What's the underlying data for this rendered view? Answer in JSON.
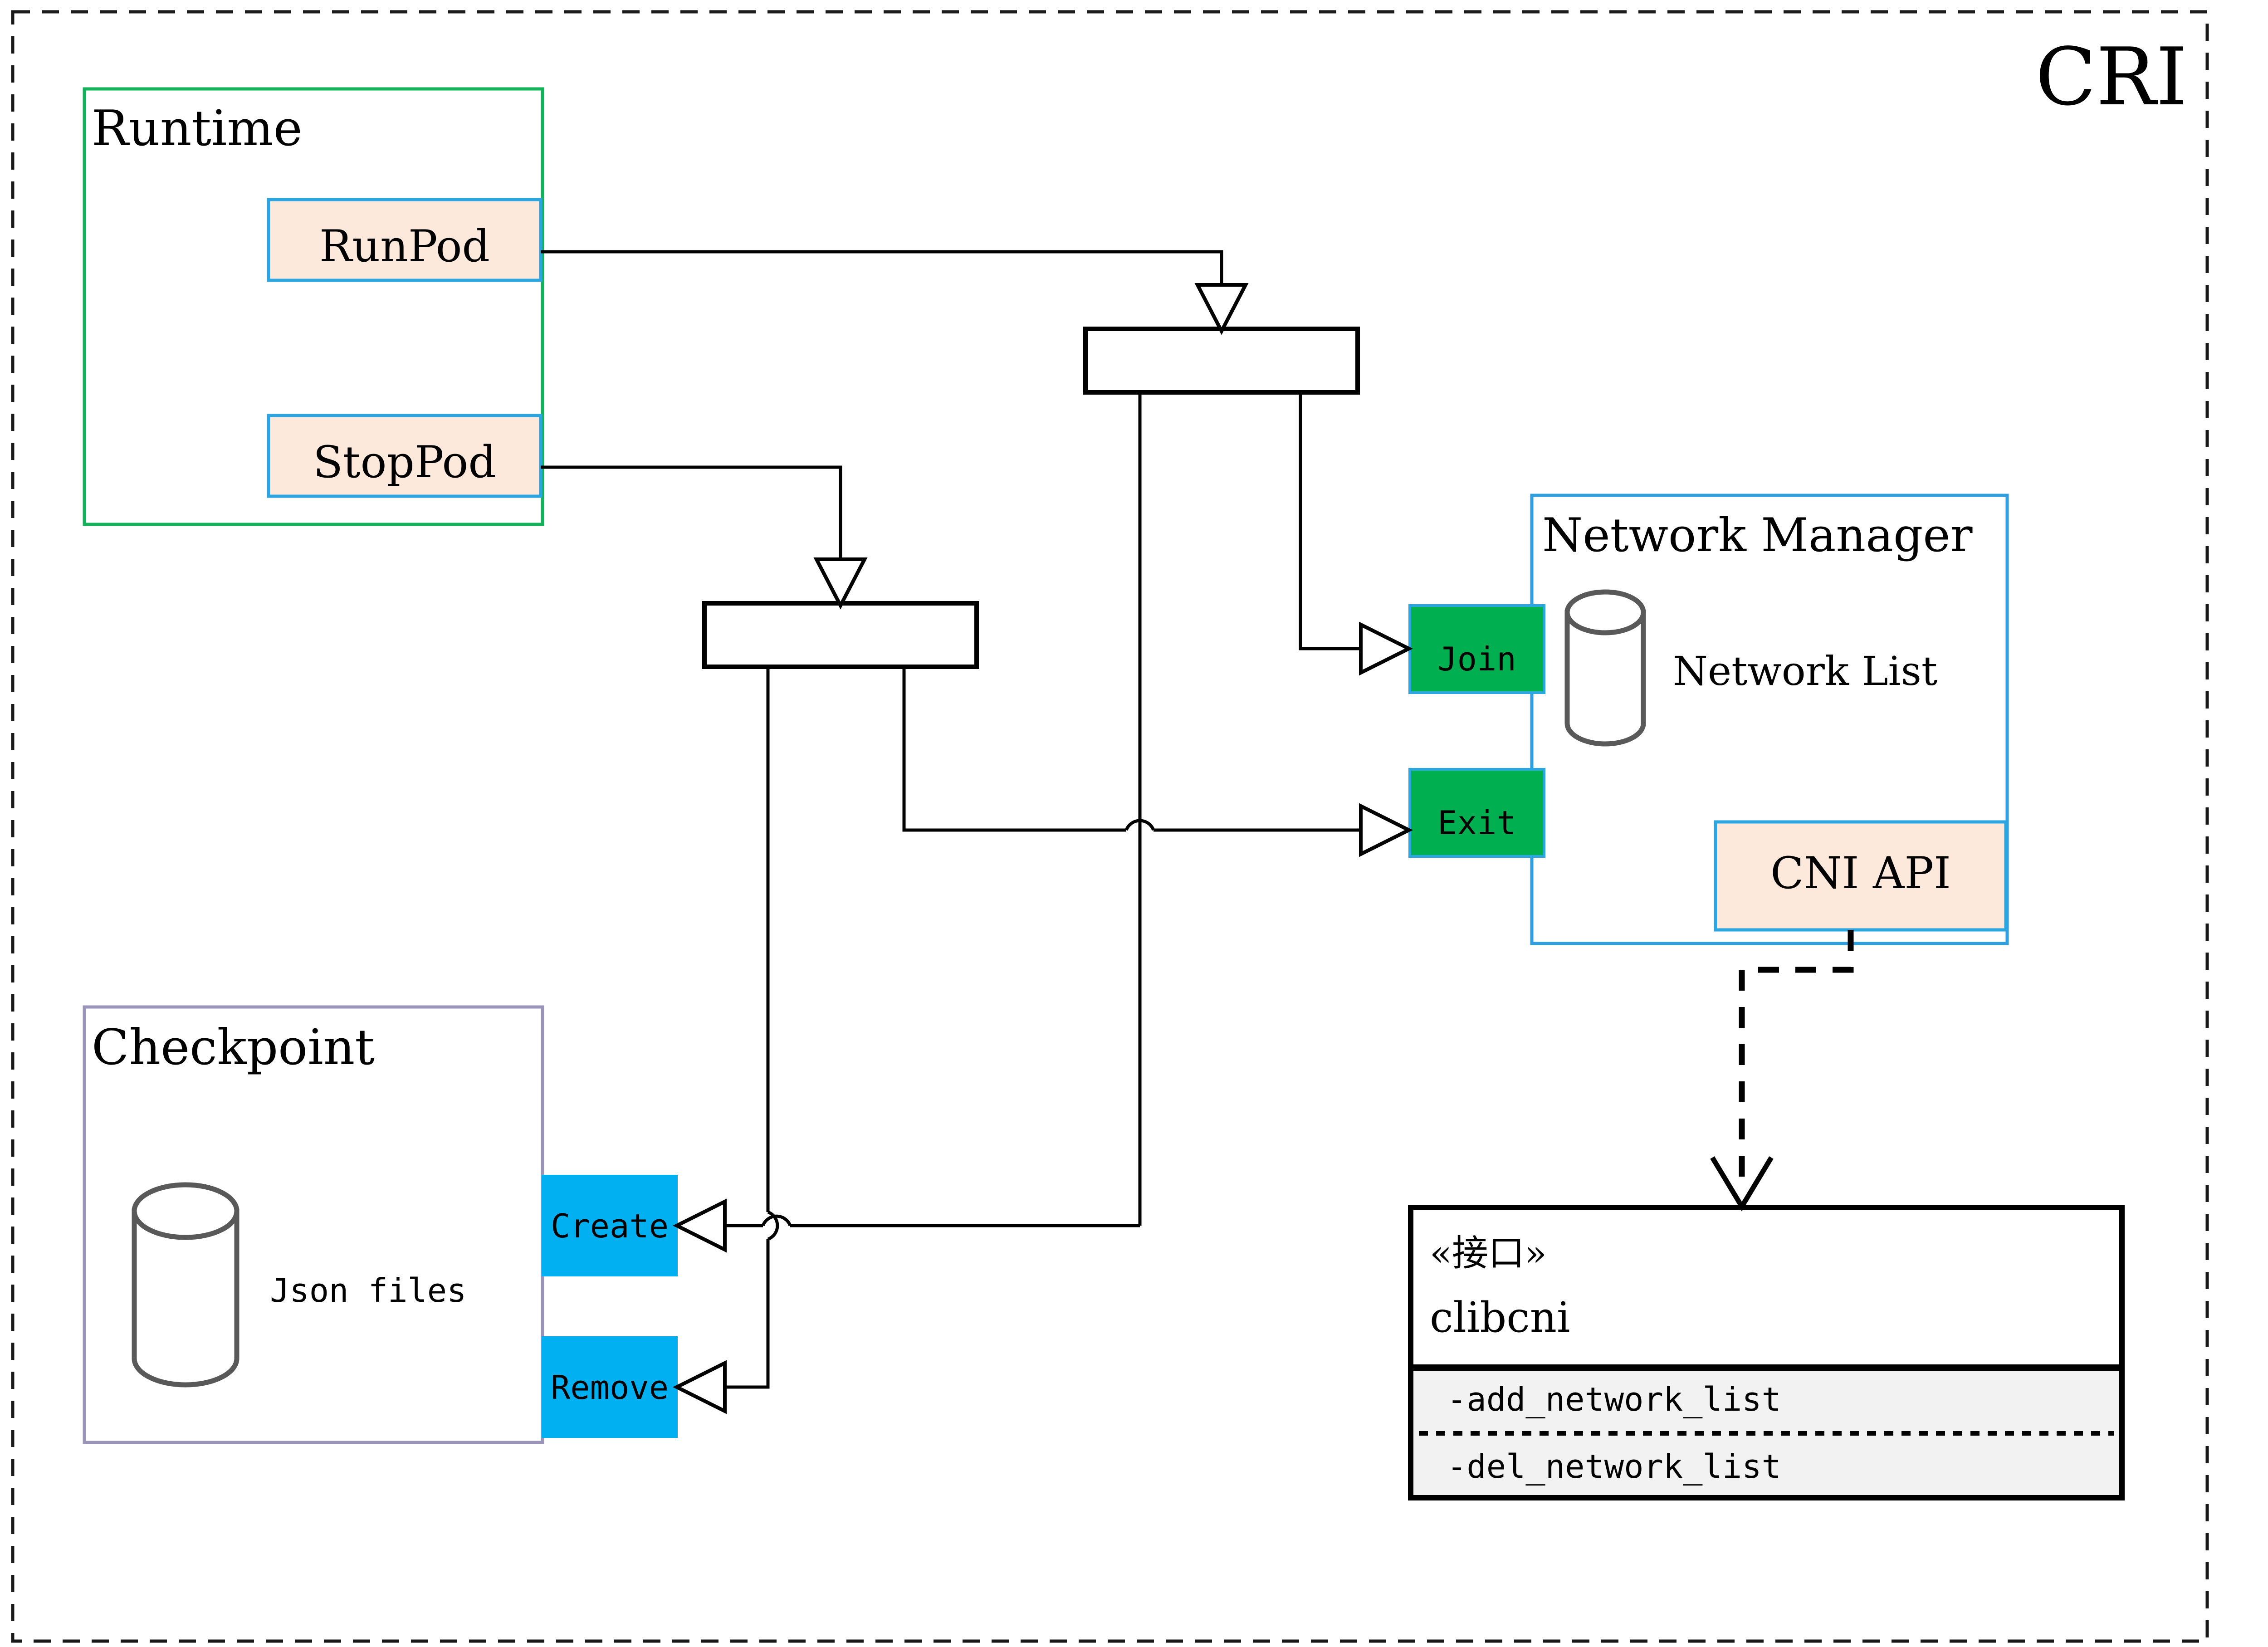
{
  "diagram": {
    "title": "CRI",
    "title_color": "#8a6d0b",
    "frame": {
      "style": "dashed"
    },
    "groups": [
      {
        "id": "runtime",
        "label": "Runtime",
        "border_color": "#13b25b",
        "fill": "#ffffff"
      },
      {
        "id": "checkpoint",
        "label": "Checkpoint",
        "border_color": "#9a94b8",
        "fill": "#ffffff",
        "store_label": "Json files"
      },
      {
        "id": "network-manager",
        "label": "Network Manager",
        "border_color": "#2f9fe0",
        "fill": "#ffffff",
        "store_label": "Network List"
      }
    ],
    "operations": [
      {
        "id": "runpod",
        "label": "RunPod",
        "fill": "#fce9dc",
        "border_color": "#2ba6e0"
      },
      {
        "id": "stoppod",
        "label": "StopPod",
        "fill": "#fce9dc",
        "border_color": "#2ba6e0"
      },
      {
        "id": "cni-api",
        "label": "CNI API",
        "fill": "#fce9dc",
        "border_color": "#2ba6e0"
      },
      {
        "id": "join",
        "label": "Join",
        "fill": "#00b050",
        "border_color": "#2ba6e0"
      },
      {
        "id": "exit",
        "label": "Exit",
        "fill": "#00b050",
        "border_color": "#2ba6e0"
      },
      {
        "id": "create",
        "label": "Create",
        "fill": "#00b0f0",
        "border_color": "#00b0f0"
      },
      {
        "id": "remove",
        "label": "Remove",
        "fill": "#00b0f0",
        "border_color": "#00b0f0"
      }
    ],
    "interface": {
      "stereotype": "«接口»",
      "name": "clibcni",
      "methods_fill": "#f2f2f2",
      "methods": [
        "-add_network_list",
        "-del_network_list"
      ]
    }
  }
}
